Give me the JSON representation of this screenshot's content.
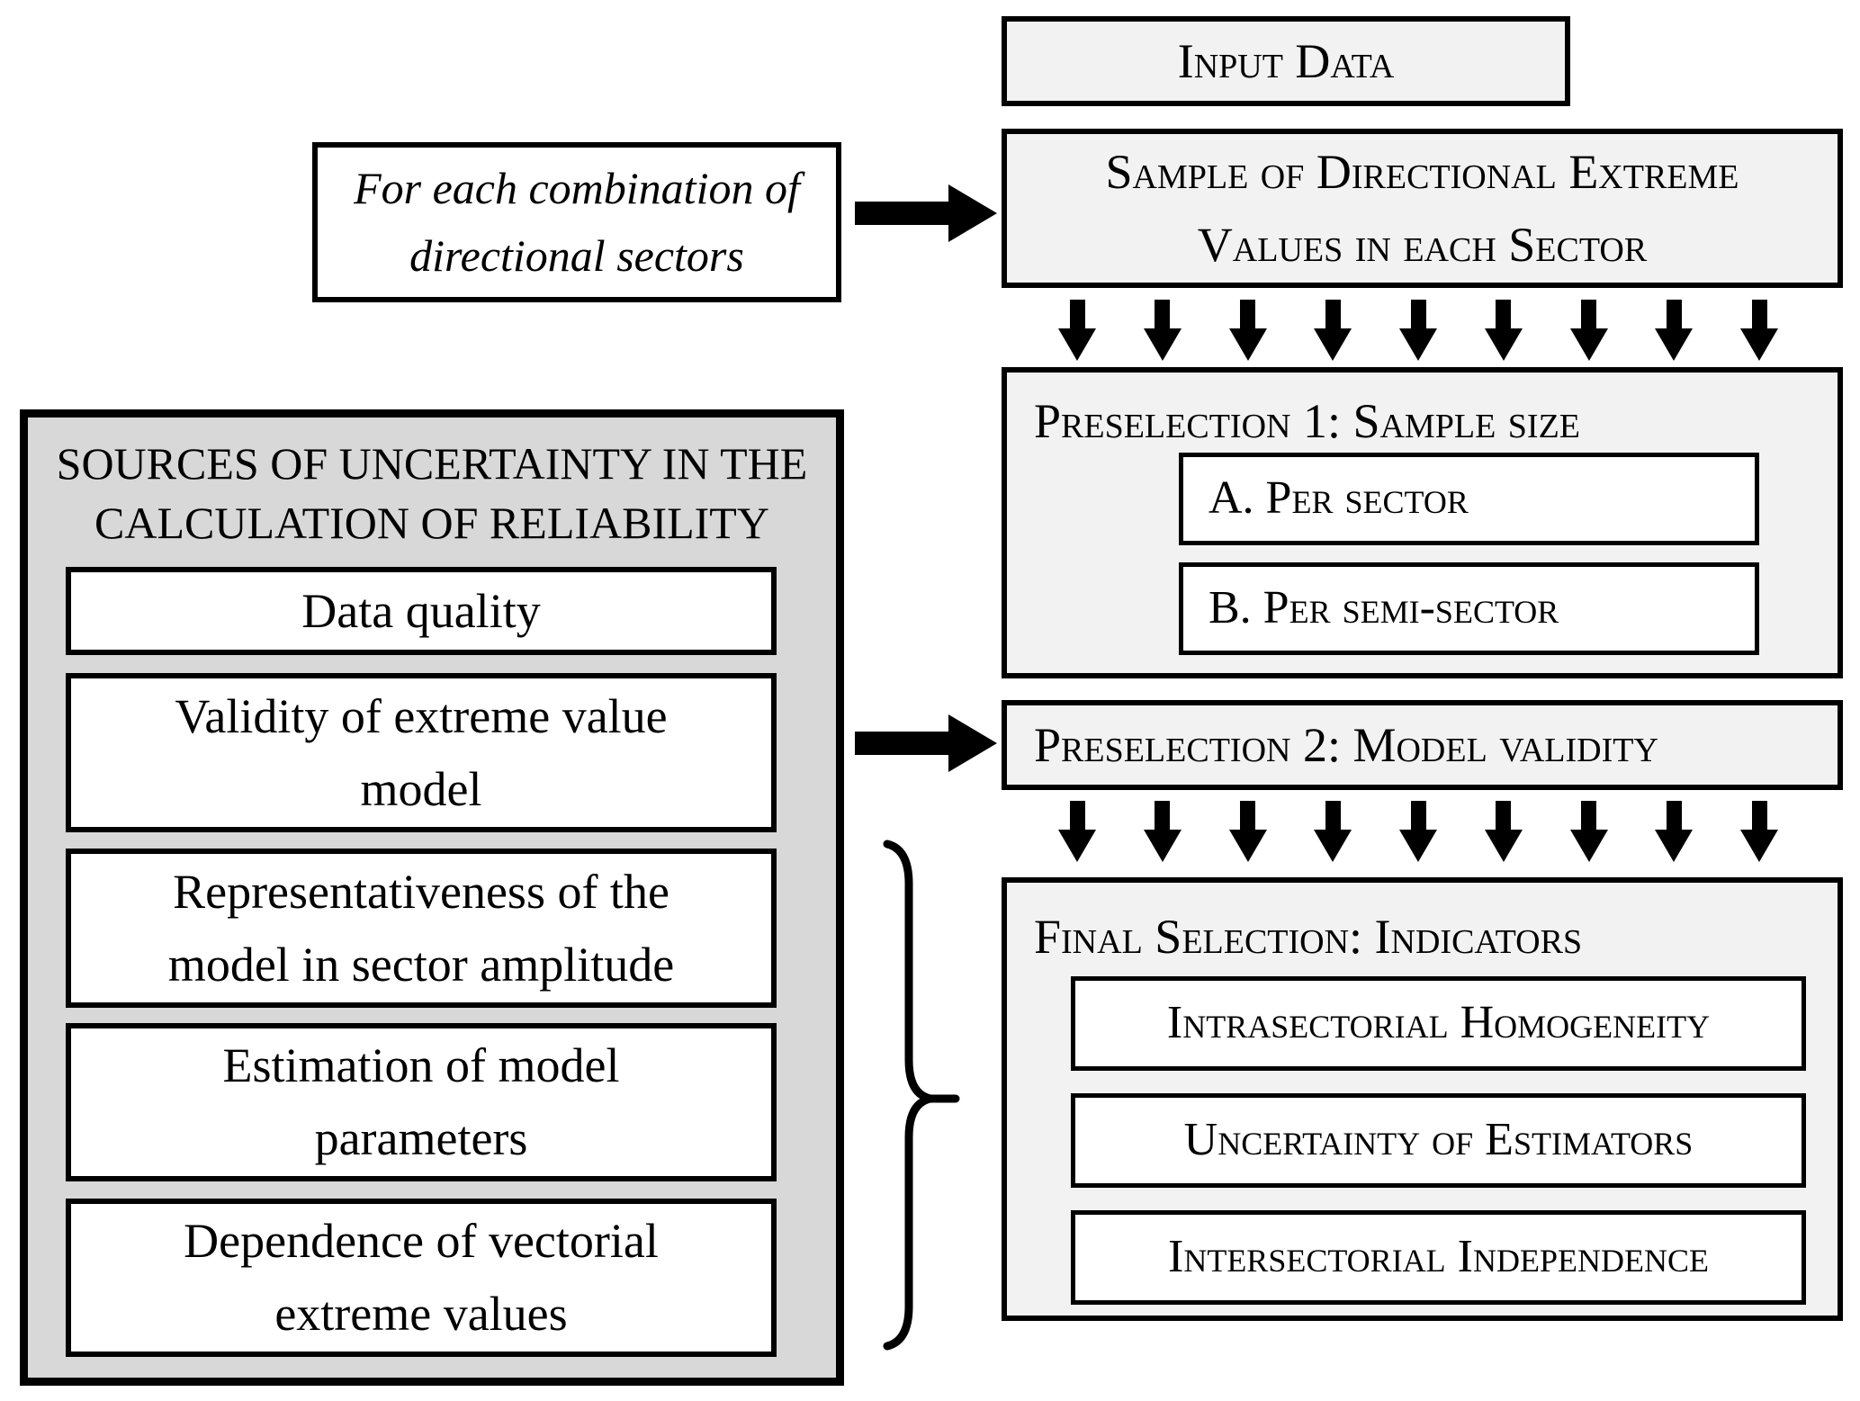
{
  "note_box": {
    "text": "For each combination of directional sectors"
  },
  "input_data": {
    "label": "Input Data"
  },
  "sample_box": {
    "label": "Sample of Directional Extreme Values in each Sector"
  },
  "preselection1": {
    "title": "Preselection 1: Sample size",
    "items": [
      {
        "label": "A. Per sector"
      },
      {
        "label": "B. Per semi-sector"
      }
    ]
  },
  "preselection2": {
    "title": "Preselection 2: Model validity"
  },
  "final_selection": {
    "title": "Final Selection: Indicators",
    "items": [
      {
        "label": "Intrasectorial Homogeneity"
      },
      {
        "label": "Uncertainty of Estimators"
      },
      {
        "label": "Intersectorial Independence"
      }
    ]
  },
  "sources_panel": {
    "title": "SOURCES OF UNCERTAINTY IN THE CALCULATION OF RELIABILITY",
    "items": [
      {
        "label": "Data quality"
      },
      {
        "label": "Validity of extreme value model"
      },
      {
        "label": "Representativeness of the model in sector  amplitude"
      },
      {
        "label": "Estimation of model parameters"
      },
      {
        "label": "Dependence of vectorial extreme values"
      }
    ]
  },
  "arrows": {
    "down_count_per_row": 9,
    "down_rows": 2,
    "right_count": 2
  },
  "colors": {
    "box_fill": "#f2f2f2",
    "panel_fill": "#d8d8d8",
    "border": "#000000",
    "white": "#ffffff"
  }
}
